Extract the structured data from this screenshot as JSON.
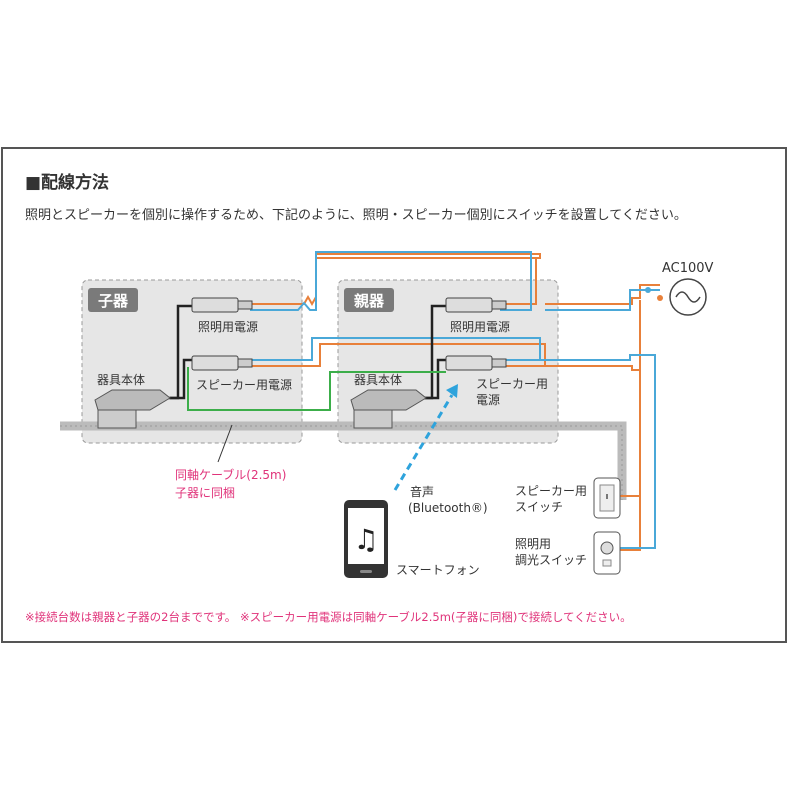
{
  "section_title": "■配線方法",
  "description": "照明とスピーカーを個別に操作するため、下記のように、照明・スピーカー個別にスイッチを設置してください。",
  "sub_unit": {
    "badge": "子器",
    "light_power_label": "照明用電源",
    "speaker_power_label": "スピーカー用電源",
    "body_label": "器具本体"
  },
  "main_unit": {
    "badge": "親器",
    "light_power_label": "照明用電源",
    "speaker_power_label_1": "スピーカー用",
    "speaker_power_label_2": "電源",
    "body_label": "器具本体"
  },
  "power_label": "AC100V",
  "cable_note_1": "同軸ケーブル(2.5m)",
  "cable_note_2": "子器に同梱",
  "audio_label_1": "音声",
  "audio_label_2": "(Bluetooth®)",
  "smartphone_label": "スマートフォン",
  "speaker_switch_label_1": "スピーカー用",
  "speaker_switch_label_2": "スイッチ",
  "dimmer_switch_label_1": "照明用",
  "dimmer_switch_label_2": "調光スイッチ",
  "footnote": "※接続台数は親器と子器の2台までです。 ※スピーカー用電源は同軸ケーブル2.5m(子器に同梱)で接続してください。",
  "colors": {
    "orange_wire": "#e8803a",
    "blue_wire": "#4aa8d8",
    "green_wire": "#3cae4a",
    "black_wire": "#222222",
    "accent_pink": "#e0337a",
    "gray_fill": "#e6e6e6",
    "badge_gray": "#7a7a7a"
  }
}
